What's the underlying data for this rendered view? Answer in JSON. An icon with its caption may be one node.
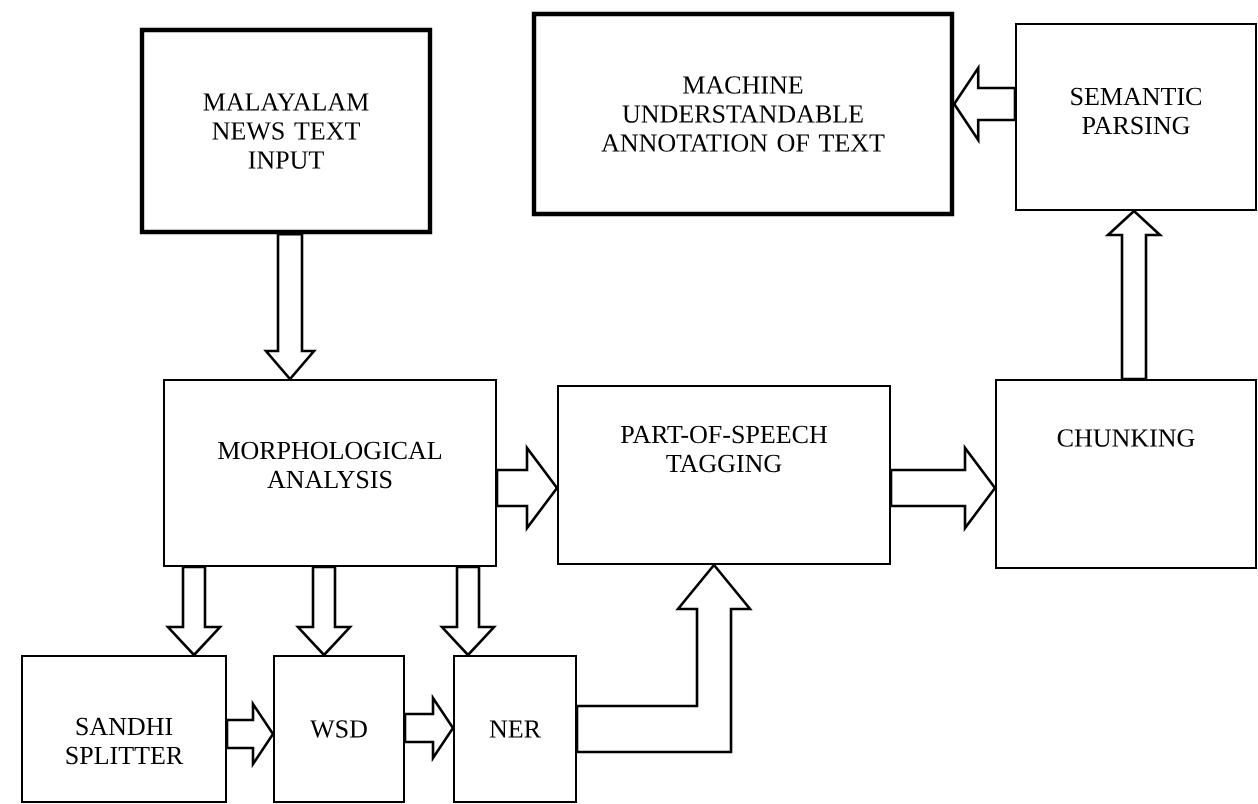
{
  "diagram": {
    "nodes": [
      {
        "text": [
          "MALAYALAM NEWS TEXT INPUT"
        ]
      },
      {
        "text": [
          "MACHINE UNDERSTANDABLE ANNOTATION OF TEXT"
        ]
      },
      {
        "text": [
          "SEMANTIC PARSING"
        ]
      },
      {
        "text": [
          "MORPHOLOGICAL ANALYSIS"
        ]
      },
      {
        "text": [
          "PART-OF-SPEECH TAGGING"
        ]
      },
      {
        "text": [
          "CHUNKING"
        ]
      },
      {
        "text": [
          "SANDHI SPLITTER"
        ]
      },
      {
        "text": [
          "WSD"
        ]
      },
      {
        "text": [
          "NER"
        ]
      }
    ],
    "edges": [
      {
        "from": 0,
        "to": 3,
        "arrow": "to"
      },
      {
        "from": 2,
        "to": 1,
        "arrow": "to"
      },
      {
        "from": 5,
        "to": 2,
        "arrow": "to"
      },
      {
        "from": 3,
        "to": 4,
        "arrow": "to"
      },
      {
        "from": 4,
        "to": 5,
        "arrow": "to"
      },
      {
        "from": 3,
        "to": 6,
        "arrow": "to"
      },
      {
        "from": 3,
        "to": 7,
        "arrow": "to"
      },
      {
        "from": 3,
        "to": 8,
        "arrow": "to"
      },
      {
        "from": 6,
        "to": 7,
        "arrow": "to"
      },
      {
        "from": 7,
        "to": 8,
        "arrow": "to"
      },
      {
        "from": 8,
        "to": 4,
        "arrow": "to"
      }
    ]
  }
}
